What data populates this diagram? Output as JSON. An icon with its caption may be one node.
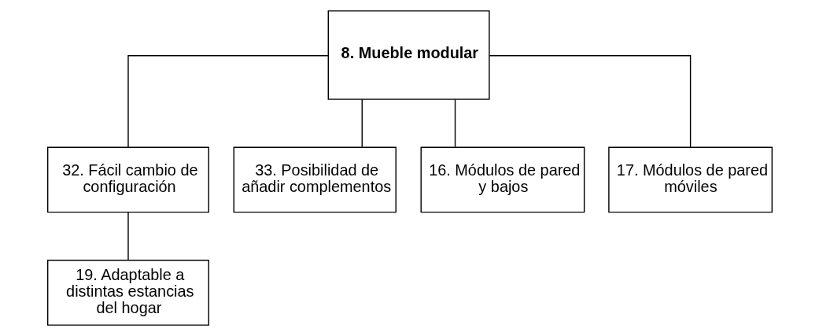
{
  "diagram": {
    "nodes": [
      {
        "text": [
          "8. Mueble modular"
        ]
      },
      {
        "text": [
          "32. Fácil cambio de configuración"
        ]
      },
      {
        "text": [
          "33. Posibilidad de añadir complementos"
        ]
      },
      {
        "text": [
          "16. Módulos de pared y bajos"
        ]
      },
      {
        "text": [
          "17. Módulos de pared móviles"
        ]
      },
      {
        "text": [
          "19. Adaptable a distintas estancias del hogar"
        ]
      }
    ],
    "edges": [
      {
        "from": 0,
        "to": 1,
        "arrow": "none"
      },
      {
        "from": 0,
        "to": 2,
        "arrow": "none"
      },
      {
        "from": 0,
        "to": 3,
        "arrow": "none"
      },
      {
        "from": 0,
        "to": 4,
        "arrow": "none"
      },
      {
        "from": 1,
        "to": 5,
        "arrow": "none"
      }
    ]
  }
}
